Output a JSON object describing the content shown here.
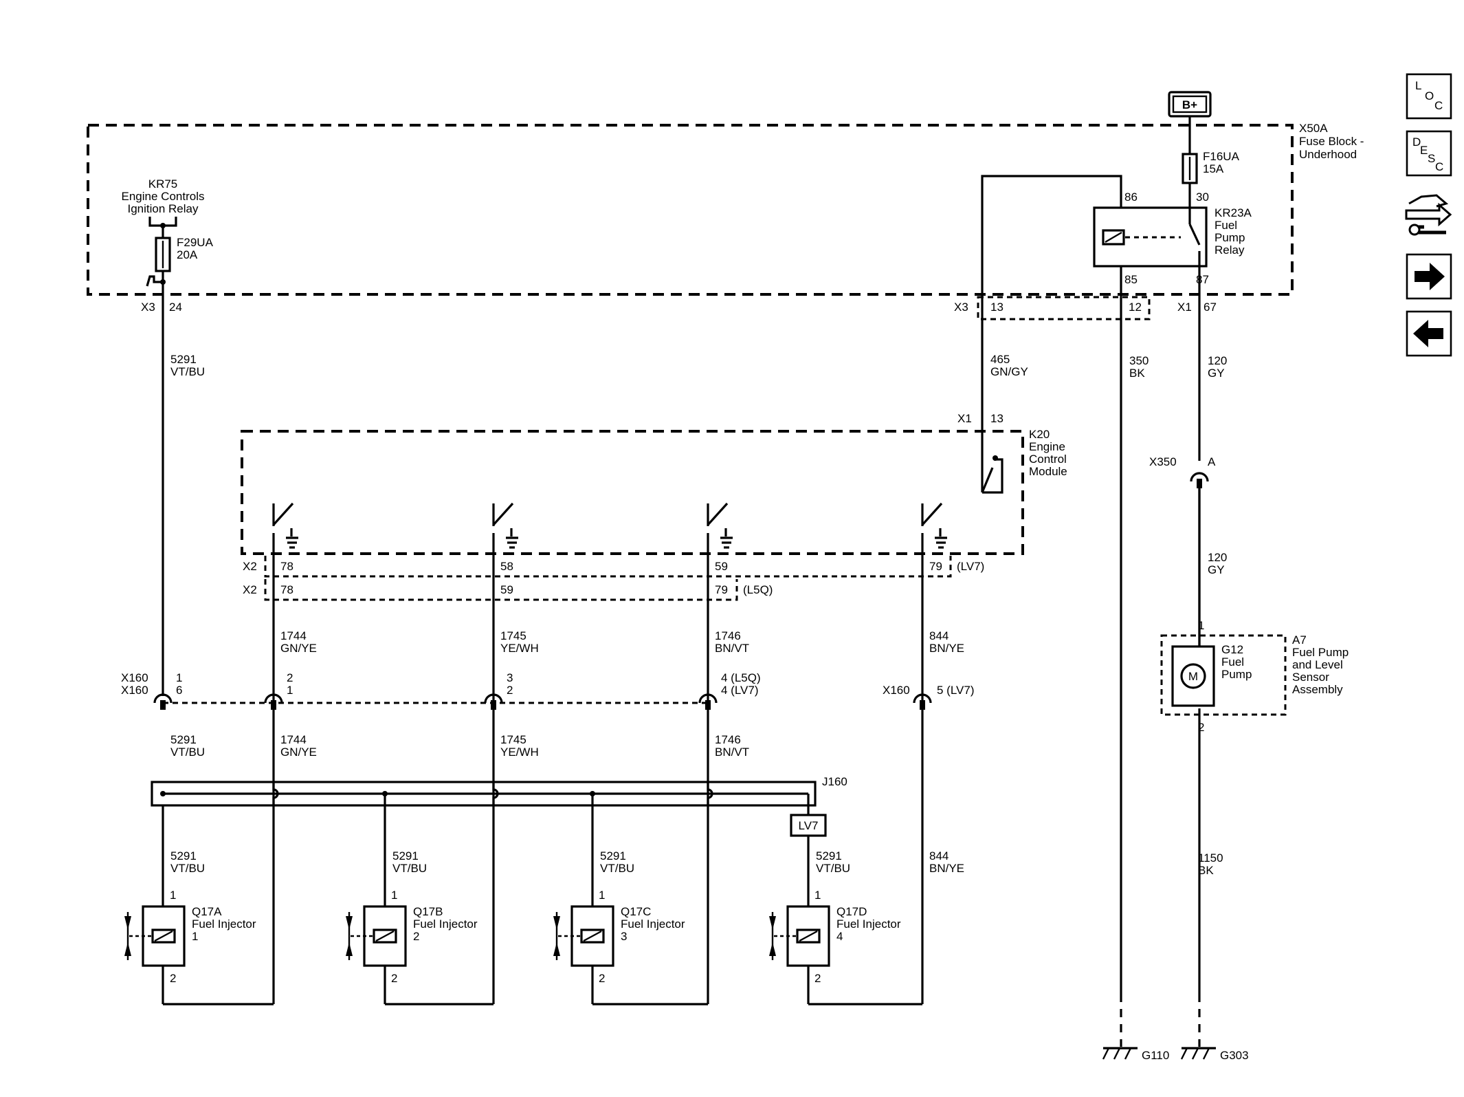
{
  "supply": {
    "label": "B+"
  },
  "nav": {
    "loc": {
      "l1": "L",
      "l2": "O",
      "l3": "C"
    },
    "desc": {
      "l1": "D",
      "l2": "E",
      "l3": "S",
      "l4": "C"
    }
  },
  "fuse_block": {
    "ref": "X50A",
    "line1": "Fuse Block -",
    "line2": "Underhood"
  },
  "ign_relay": {
    "ref": "KR75",
    "line1": "Engine Controls",
    "line2": "Ignition Relay"
  },
  "f29": {
    "ref": "F29UA",
    "rating": "20A"
  },
  "f16": {
    "ref": "F16UA",
    "rating": "15A"
  },
  "pump_relay": {
    "ref": "KR23A",
    "line1": "Fuel",
    "line2": "Pump",
    "line3": "Relay",
    "p86": "86",
    "p30": "30",
    "p85": "85",
    "p87": "87"
  },
  "x3_left": {
    "conn": "X3",
    "pin": "24"
  },
  "x3_right": {
    "conn": "X3",
    "pin13": "13",
    "pin12": "12"
  },
  "x1_top": {
    "conn": "X1",
    "pin": "67"
  },
  "x1_ecm": {
    "conn": "X1",
    "pin": "13"
  },
  "ecm": {
    "ref": "K20",
    "line1": "Engine",
    "line2": "Control",
    "line3": "Module"
  },
  "x350": {
    "conn": "X350",
    "pin": "A"
  },
  "wires": {
    "w5291": {
      "circuit": "5291",
      "color": "VT/BU"
    },
    "w465": {
      "circuit": "465",
      "color": "GN/GY"
    },
    "w350": {
      "circuit": "350",
      "color": "BK"
    },
    "w120": {
      "circuit": "120",
      "color": "GY"
    },
    "w1744": {
      "circuit": "1744",
      "color": "GN/YE"
    },
    "w1745": {
      "circuit": "1745",
      "color": "YE/WH"
    },
    "w1746": {
      "circuit": "1746",
      "color": "BN/VT"
    },
    "w844": {
      "circuit": "844",
      "color": "BN/YE"
    },
    "w1150": {
      "circuit": "1150",
      "color": "BK"
    }
  },
  "x2_lv7": {
    "conn": "X2",
    "p1": "78",
    "p2": "58",
    "p3": "59",
    "p4": "79",
    "variant": "(LV7)"
  },
  "x2_l5q": {
    "conn": "X2",
    "p1": "78",
    "p2": "59",
    "p3": "79",
    "variant": "(L5Q)"
  },
  "x160": {
    "conn": "X160",
    "p_1": "1",
    "p_6": "6",
    "p_2": "2",
    "p_1b": "1",
    "p_3": "3",
    "p_2b": "2",
    "p_4a": "4 (L5Q)",
    "p_4b": "4 (LV7)",
    "p_5": "5 (LV7)"
  },
  "splice": {
    "ref": "J160",
    "option": "LV7"
  },
  "injectors": [
    {
      "ref": "Q17A",
      "name": "Fuel Injector",
      "num": "1",
      "pin1": "1",
      "pin2": "2"
    },
    {
      "ref": "Q17B",
      "name": "Fuel Injector",
      "num": "2",
      "pin1": "1",
      "pin2": "2"
    },
    {
      "ref": "Q17C",
      "name": "Fuel Injector",
      "num": "3",
      "pin1": "1",
      "pin2": "2"
    },
    {
      "ref": "Q17D",
      "name": "Fuel Injector",
      "num": "4",
      "pin1": "1",
      "pin2": "2"
    }
  ],
  "pump_assy": {
    "ref": "A7",
    "line1": "Fuel Pump",
    "line2": "and Level",
    "line3": "Sensor",
    "line4": "Assembly"
  },
  "pump": {
    "ref": "G12",
    "line1": "Fuel",
    "line2": "Pump",
    "symbol": "M",
    "pin1": "1",
    "pin2": "2"
  },
  "grounds": {
    "g110": "G110",
    "g303": "G303"
  }
}
